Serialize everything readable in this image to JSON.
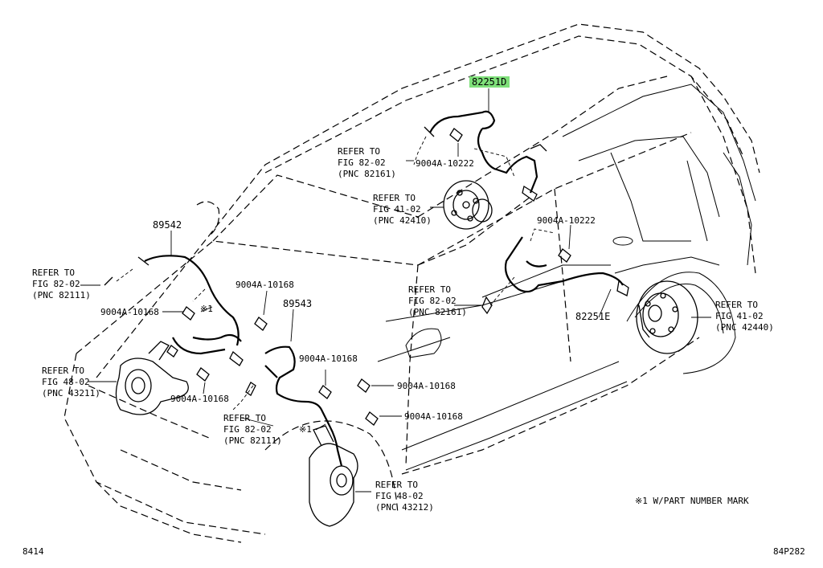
{
  "labels": {
    "harness_rear_lh": "82251D",
    "harness_rear_rh": "82251E",
    "harness_front_rh": "89542",
    "harness_front_lh": "89543",
    "bolt_rear_upper": "9004A-10222",
    "bolt_rear_mid": "9004A-10222",
    "bolt_front_a": "9004A-10168",
    "bolt_front_b": "9004A-10168",
    "bolt_front_c": "9004A-10168",
    "bolt_front_d": "9004A-10168",
    "bolt_front_e": "9004A-10168",
    "bolt_front_f": "9004A-10168",
    "mark_1": "※1",
    "mark_2": "※1"
  },
  "refs": [
    {
      "l1": "REFER TO",
      "l2": "FIG 82-02",
      "l3": "(PNC 82161)"
    },
    {
      "l1": "REFER TO",
      "l2": "FIG 41-02",
      "l3": "(PNC 42410)"
    },
    {
      "l1": "REFER TO",
      "l2": "FIG 82-02",
      "l3": "(PNC 82111)"
    },
    {
      "l1": "REFER TO",
      "l2": "FIG 48-02",
      "l3": "(PNC 43211)"
    },
    {
      "l1": "REFER TO",
      "l2": "FIG 82-02",
      "l3": "(PNC 82161)"
    },
    {
      "l1": "REFER TO",
      "l2": "FIG 41-02",
      "l3": "(PNC 42440)"
    },
    {
      "l1": "REFER TO",
      "l2": "FIG 82-02",
      "l3": "(PNC 82111)"
    },
    {
      "l1": "REFER TO",
      "l2": "FIG 48-02",
      "l3": "(PNC 43212)"
    }
  ],
  "note": "※1 W/PART NUMBER MARK",
  "footer": {
    "left": "8414",
    "right": "84P282"
  },
  "highlight_color": "#7fe07a"
}
